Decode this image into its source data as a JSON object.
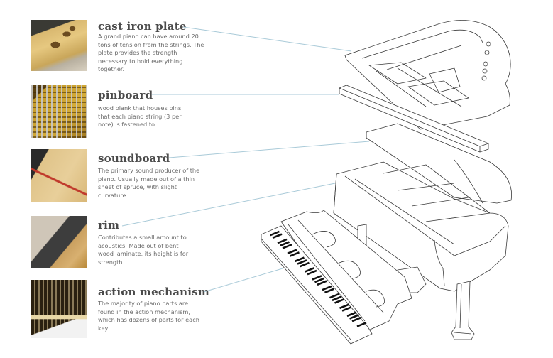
{
  "parts": [
    {
      "id": "cast-iron-plate",
      "title": "cast iron plate",
      "description": "A grand piano can have around 20 tons of tension from the strings. The plate provides the strength necessary to hold everything together.",
      "thumbnail": "cast iron plate photo"
    },
    {
      "id": "pinboard",
      "title": "pinboard",
      "description": "wood plank that houses pins that each piano string (3 per note) is fastened to.",
      "thumbnail": "tuning pins photo"
    },
    {
      "id": "soundboard",
      "title": "soundboard",
      "description": "The primary sound producer of the piano. Usually made out of a thin sheet of spruce, with slight curvature.",
      "thumbnail": "soundboard photo"
    },
    {
      "id": "rim",
      "title": "rim",
      "description": "Contributes a small amount to acoustics. Made out of bent wood laminate, its height is for strength.",
      "thumbnail": "piano rim photo"
    },
    {
      "id": "action-mechanism",
      "title": "action mechanism",
      "description": "The majority of piano parts are found in the action mechanism, which has dozens of parts for each key.",
      "thumbnail": "action mechanism photo"
    }
  ],
  "colors": {
    "title": "#4a4a4a",
    "description": "#6a6a6a",
    "connector": "#a9cad8",
    "drawing_line": "#3a3a3a",
    "keys_black": "#111111"
  }
}
